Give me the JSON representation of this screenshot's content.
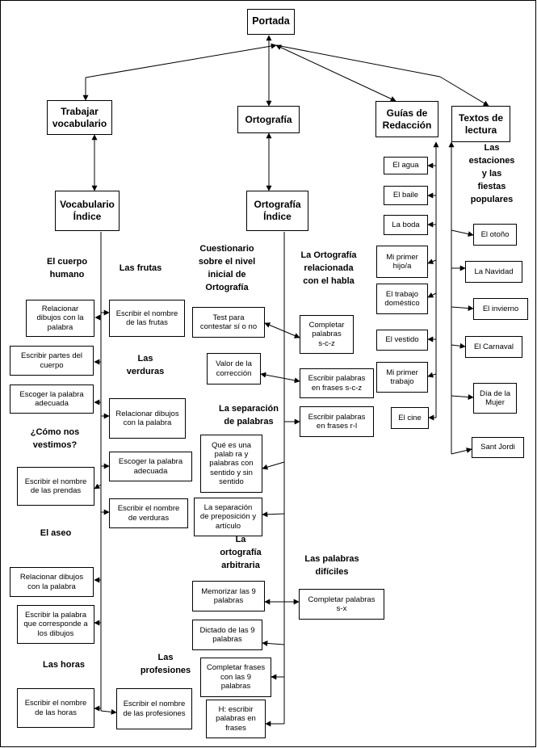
{
  "nodes": {
    "portada": "Portada",
    "trabajar": "Trabajar\nvocabulario",
    "ortografia": "Ortografía",
    "guias": "Guías de\nRedacción",
    "textos": "Textos de\nlectura",
    "vocab_indice": "Vocabulario\nÍndice",
    "orto_indice": "Ortografía\nÍndice",
    "v_rel1": "Relacionar\ndibujos con la\npalabra",
    "v_partes": "Escribir partes del\ncuerpo",
    "v_escoger1": "Escoger la palabra\nadecuada",
    "v_prendas": "Escribir el nombre\nde las prendas",
    "v_rel2": "Relacionar dibujos\ncon la palabra",
    "v_corresp": "Escribir la palabra\nque corresponde a\nlos dibujos",
    "v_horas": "Escribir el nombre\nde las horas",
    "v_frutas": "Escribir el nombre\nde las frutas",
    "v_rel3": "Relacionar dibujos\ncon la palabra",
    "v_escoger2": "Escoger la palabra\nadecuada",
    "v_verduras": "Escribir el nombre\nde verduras",
    "v_profesiones": "Escribir el nombre\nde las profesiones",
    "o_test": "Test para\ncontestar sí o no",
    "o_valor": "Valor de la\ncorrección",
    "o_queesuna": "Qué es una\npalab ra y\npalabras con\nsentido y sin\nsentido",
    "o_separacion": "La separación\nde preposición y\nartículo",
    "o_memorizar": "Memorizar las 9\npalabras",
    "o_dictado": "Dictado de las 9\npalabras",
    "o_completar9": "Completar frases\ncon las 9\npalabras",
    "o_h": "H: escribir\npalabras en\nfrases",
    "o_scz1": "Completar\npalabras\ns-c-z",
    "o_scz2": "Escribir palabras\nen frases s-c-z",
    "o_rl": "Escribir palabras\nen frases r-l",
    "o_sx": "Completar palabras\ns-x",
    "g_agua": "El agua",
    "g_baile": "El baile",
    "g_boda": "La boda",
    "g_hijo": "Mi primer\nhijo/a",
    "g_trabajo": "El trabajo\ndoméstico",
    "g_vestido": "El vestido",
    "g_trabajo2": "Mi primer\ntrabajo",
    "g_cine": "El cine",
    "t_otono": "El otoño",
    "t_navidad": "La Navidad",
    "t_invierno": "El invierno",
    "t_carnaval": "El Carnaval",
    "t_mujer": "Día de la\nMujer",
    "t_jordi": "Sant Jordi"
  },
  "labels": {
    "cuerpo": "El cuerpo\nhumano",
    "frutas": "Las frutas",
    "verduras": "Las\nverduras",
    "vestimos": "¿Cómo nos\nvestimos?",
    "aseo": "El aseo",
    "horas": "Las horas",
    "profesiones": "Las\nprofesiones",
    "cuestionario": "Cuestionario\nsobre el nivel\ninicial de\nOrtografía",
    "ortohabla": "La Ortografía\nrelacionada\ncon el habla",
    "separacion": "La separación\nde palabras",
    "arbitraria": "La\nortografía\narbitraria",
    "dificiles": "Las palabras\ndifíciles",
    "estaciones": "Las\nestaciones\ny las\nfiestas\npopulares"
  }
}
